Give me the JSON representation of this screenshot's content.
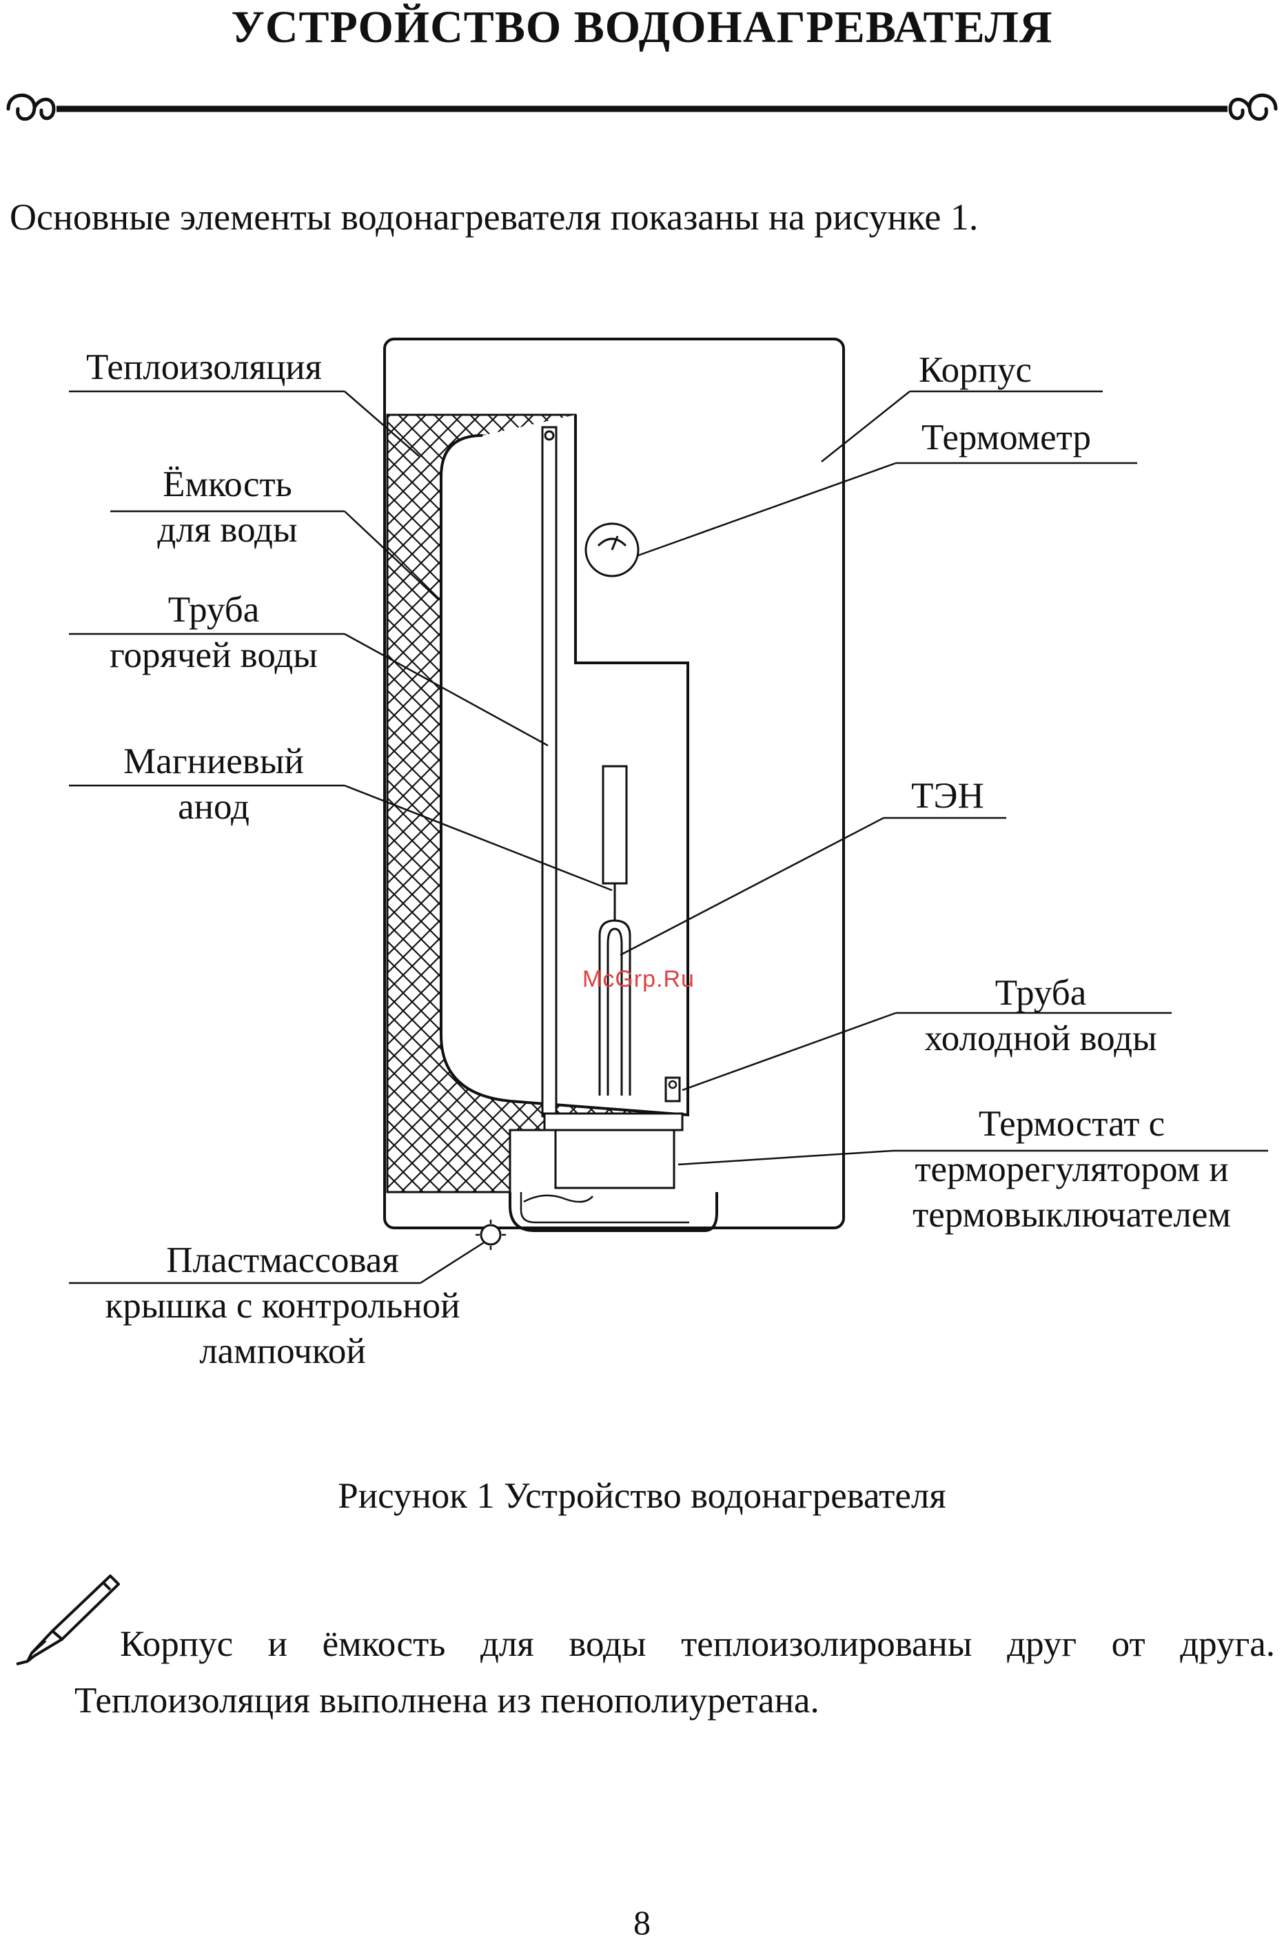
{
  "header": {
    "title": "УСТРОЙСТВО ВОДОНАГРЕВАТЕЛЯ"
  },
  "intro": "Основные элементы водонагревателя показаны на рисунке 1.",
  "figure": {
    "labels": {
      "insulation": "Теплоизоляция",
      "tank_line1": "Ёмкость",
      "tank_line2": "для воды",
      "hotpipe_line1": "Труба",
      "hotpipe_line2": "горячей воды",
      "anode_line1": "Магниевый",
      "anode_line2": "анод",
      "cover_line1": "Пластмассовая",
      "cover_line2": "крышка с контрольной",
      "cover_line3": "лампочкой",
      "body": "Корпус",
      "thermometer": "Термометр",
      "heater": "ТЭН",
      "coldpipe_line1": "Труба",
      "coldpipe_line2": "холодной воды",
      "thermostat_line1": "Термостат с",
      "thermostat_line2": "терморегулятором и",
      "thermostat_line3": "термовыключателем"
    },
    "caption": "Рисунок 1 Устройство водонагревателя",
    "watermark": "McGrp.Ru"
  },
  "note": "Корпус и ёмкость для воды теплоизолированы друг от друга. Теплоизоляция выполнена из пенополиуретана.",
  "page_number": "8"
}
